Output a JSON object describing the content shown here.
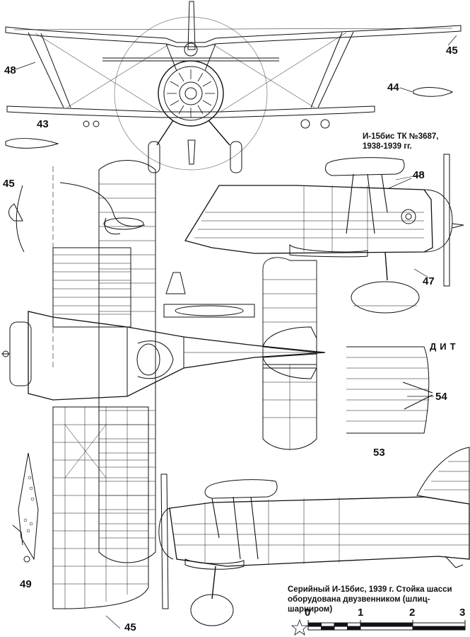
{
  "captions": {
    "tk_line1": "И-15бис ТК №3687,",
    "tk_line2": "1938-1939 гг.",
    "serial_line1": "Серийный И-15бис, 1939 г. Стойка шасси",
    "serial_line2": "оборудована двузвенником (шлиц-шарниром)"
  },
  "callouts": {
    "c45_top": "45",
    "c48_left": "48",
    "c44": "44",
    "c43": "43",
    "c45_left": "45",
    "c48_side": "48",
    "c47": "47",
    "c54": "54",
    "c53": "53",
    "c49": "49",
    "c45_bottom": "45"
  },
  "dit_label": "ДИТ",
  "scale_bar": {
    "ticks": [
      "0",
      "1",
      "2",
      "3"
    ]
  },
  "colors": {
    "ink": "#111111",
    "paper": "#ffffff",
    "hatch": "#333333"
  },
  "icons": {
    "star": "red-star-icon"
  }
}
